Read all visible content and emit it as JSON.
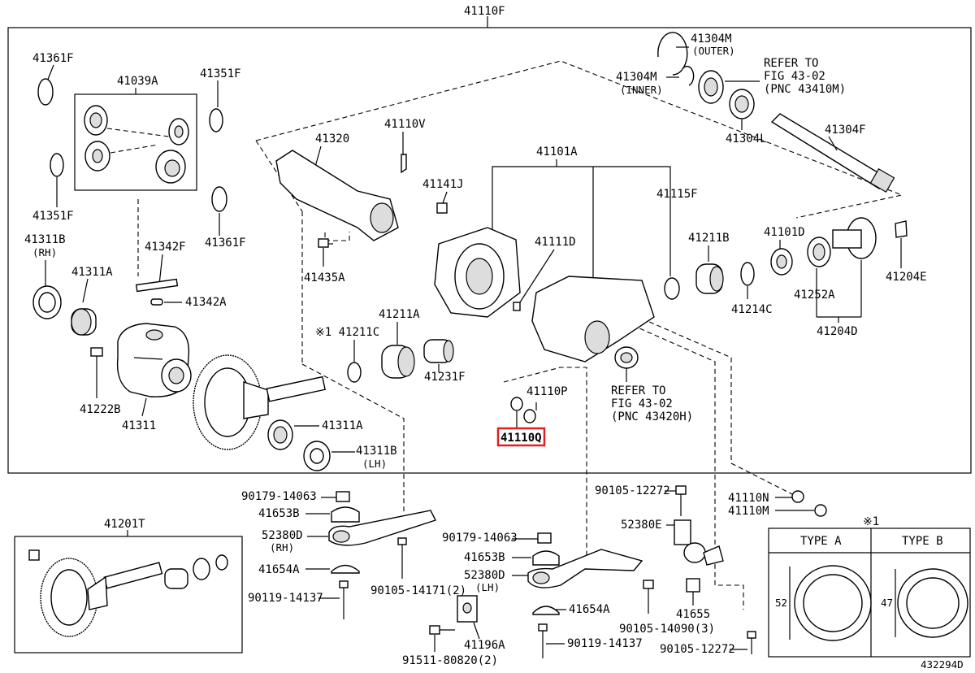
{
  "title": "41110F",
  "figure_code": "432294D",
  "highlighted_part": "41110Q",
  "labels": {
    "p41361F_a": "41361F",
    "p41039A": "41039A",
    "p41351F_a": "41351F",
    "p41351F_b": "41351F",
    "p41361F_b": "41361F",
    "p41311B_rh": "41311B",
    "rh": "(RH)",
    "p41311A_a": "41311A",
    "p41342F": "41342F",
    "p41342A": "41342A",
    "p41222B": "41222B",
    "p41311": "41311",
    "p41311A_b": "41311A",
    "p41311B_lh": "41311B",
    "lh": "(LH)",
    "p41320": "41320",
    "p41110V": "41110V",
    "p41141J": "41141J",
    "p41435A": "41435A",
    "p41211C": "※1 41211C",
    "p41211A": "41211A",
    "p41231F": "41231F",
    "p41101A": "41101A",
    "p41111D": "41111D",
    "p41115F": "41115F",
    "p41110P": "41110P",
    "p41110Q": "41110Q",
    "refer1_a": "REFER TO",
    "refer1_b": "FIG 43-02",
    "refer1_c": "(PNC 43420H)",
    "p41304M_outer": "41304M",
    "outer": "(OUTER)",
    "p41304M_inner": "41304M",
    "inner": "(INNER)",
    "refer2_a": "REFER TO",
    "refer2_b": "FIG 43-02",
    "refer2_c": "(PNC 43410M)",
    "p41304L": "41304L",
    "p41304F": "41304F",
    "p41211B": "41211B",
    "p41101D": "41101D",
    "p41204E": "41204E",
    "p41214C": "41214C",
    "p41252A": "41252A",
    "p41204D": "41204D",
    "p41201T": "41201T",
    "b90179_14063_a": "90179-14063",
    "b41653B_a": "41653B",
    "b52380D_rh": "52380D",
    "rh2": "(RH)",
    "b41654A_a": "41654A",
    "b90119_14137_a": "90119-14137",
    "b90105_14171": "90105-14171(2)",
    "b90179_14063_b": "90179-14063",
    "b41653B_b": "41653B",
    "b52380D_lh": "52380D",
    "lh2": "(LH)",
    "b41654A_b": "41654A",
    "b41196A": "41196A",
    "b91511": "91511-80820(2)",
    "b90119_14137_b": "90119-14137",
    "b90105_12272_a": "90105-12272",
    "b52380E": "52380E",
    "b41655": "41655",
    "b90105_14090": "90105-14090(3)",
    "b90105_12272_b": "90105-12272",
    "b41110N": "41110N",
    "b41110M": "41110M",
    "note_mark": "※1",
    "type_a": "TYPE A",
    "type_b": "TYPE B",
    "dim_a": "52",
    "dim_b": "47"
  }
}
